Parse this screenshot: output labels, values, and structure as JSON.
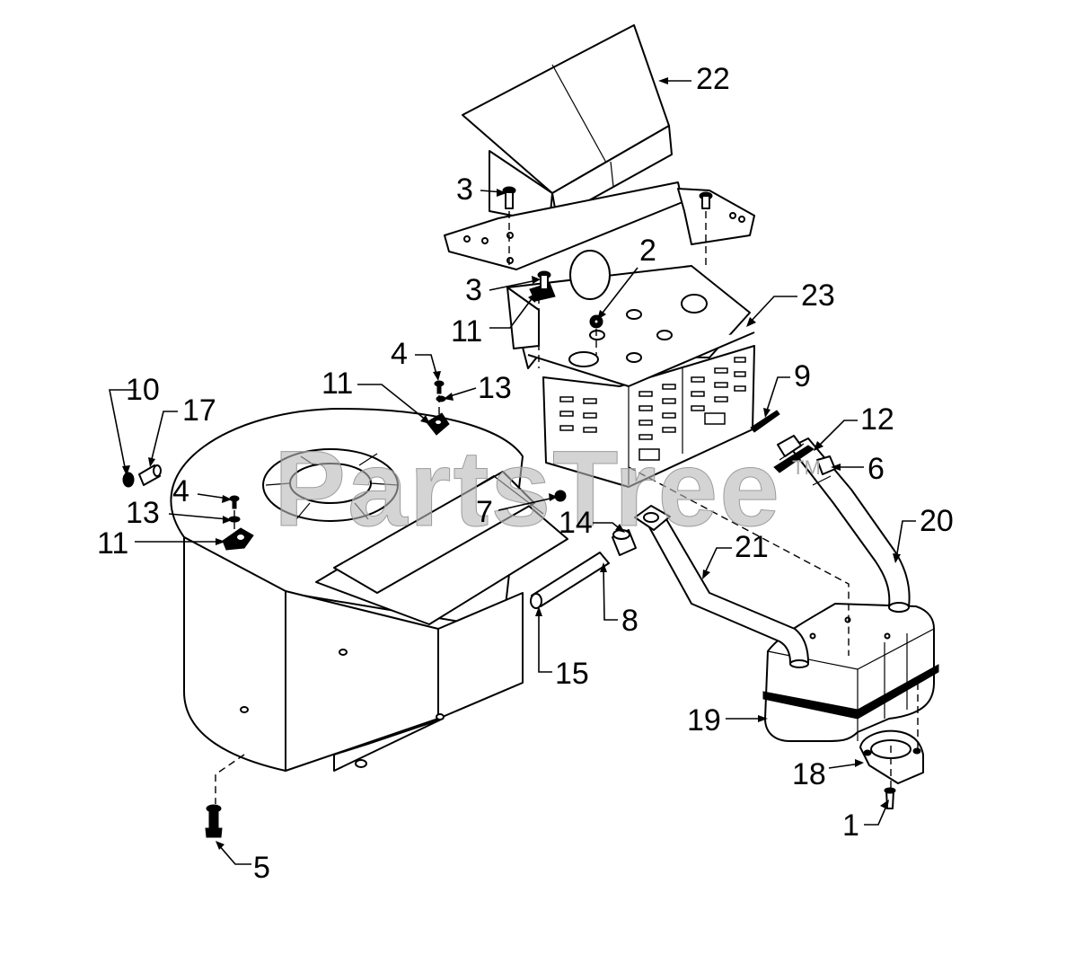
{
  "watermark": {
    "text": "PartsTree",
    "trademark": "TM"
  },
  "callouts": {
    "c1": "1",
    "c2": "2",
    "c3a": "3",
    "c3b": "3",
    "c4a": "4",
    "c4b": "4",
    "c5": "5",
    "c6": "6",
    "c7": "7",
    "c8": "8",
    "c9": "9",
    "c10": "10",
    "c11a": "11",
    "c11b": "11",
    "c11c": "11",
    "c12": "12",
    "c13a": "13",
    "c13b": "13",
    "c14": "14",
    "c15": "15",
    "c17": "17",
    "c18": "18",
    "c19": "19",
    "c20": "20",
    "c21": "21",
    "c22": "22",
    "c23": "23"
  }
}
